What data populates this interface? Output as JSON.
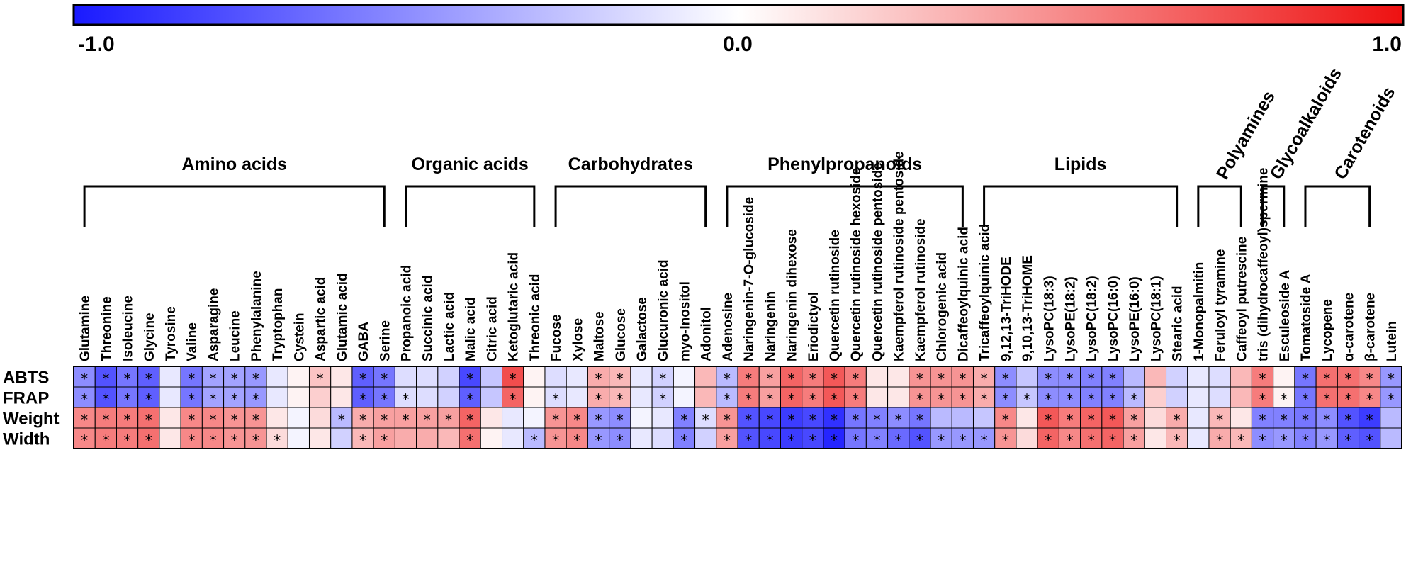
{
  "chart_data": {
    "type": "heatmap",
    "colorbar": {
      "min": -1.0,
      "max": 1.0,
      "tick_labels": [
        "-1.0",
        "0.0",
        "1.0"
      ],
      "low_color": "#1a1aff",
      "mid_color": "#ffffff",
      "high_color": "#ee1111"
    },
    "groups": [
      {
        "name": "Amino acids",
        "start": 0,
        "end": 14
      },
      {
        "name": "Organic acids",
        "start": 15,
        "end": 21
      },
      {
        "name": "Carbohydrates",
        "start": 22,
        "end": 29
      },
      {
        "name": "Phenylpropanoids",
        "start": 30,
        "end": 41
      },
      {
        "name": "Lipids",
        "start": 42,
        "end": 51
      },
      {
        "name": "Polyamines",
        "start": 52,
        "end": 54
      },
      {
        "name": "Glycoalkaloids",
        "start": 55,
        "end": 56
      },
      {
        "name": "Carotenoids",
        "start": 57,
        "end": 60
      }
    ],
    "columns": [
      "Glutamine",
      "Threonine",
      "Isoleucine",
      "Glycine",
      "Tyrosine",
      "Valine",
      "Asparagine",
      "Leucine",
      "Phenylalanine",
      "Tryptophan",
      "Cystein",
      "Aspartic acid",
      "Glutamic acid",
      "GABA",
      "Serine",
      "Propanoic acid",
      "Succinic acid",
      "Lactic acid",
      "Malic acid",
      "Citric acid",
      "Ketoglutaric acid",
      "Threonic acid",
      "Fucose",
      "Xylose",
      "Maltose",
      "Glucose",
      "Galactose",
      "Glucuronic acid",
      "myo-Inositol",
      "Adonitol",
      "Adenosine",
      "Naringenin-7-O-glucoside",
      "Naringenin",
      "Naringenin dihexose",
      "Eriodictyol",
      "Quercetin rutinoside",
      "Quercetin rutinoside hexoside",
      "Quercetin rutinoside pentoside",
      "Kaempferol rutinoside pentoside",
      "Kaempferol rutinoside",
      "Chlorogenic acid",
      "Dicaffeoylquinic acid",
      "Tricaffeoylquinic acid",
      "9,12,13-TriHODE",
      "9,10,13-TriHOME",
      "LysoPC(18:3)",
      "LysoPE(18:2)",
      "LysoPC(18:2)",
      "LysoPC(16:0)",
      "LysoPE(16:0)",
      "LysoPC(18:1)",
      "Stearic acid",
      "1-Monopalmitin",
      "Feruloyl tyramine",
      "Caffeoyl putrescine",
      "tris (dihydrocaffeoyl)spermine",
      "Esculeoside A",
      "Tomatoside A",
      "Lycopene",
      "α-carotene",
      "β-carotene",
      "Lutein"
    ],
    "rows": [
      "ABTS",
      "FRAP",
      "Weight",
      "Width"
    ],
    "values": [
      [
        -0.5,
        -0.75,
        -0.6,
        -0.7,
        -0.1,
        -0.6,
        -0.4,
        -0.4,
        -0.45,
        -0.1,
        0.05,
        0.25,
        0.1,
        -0.7,
        -0.6,
        -0.15,
        -0.15,
        -0.2,
        -0.8,
        -0.25,
        0.75,
        0.05,
        -0.15,
        -0.1,
        0.35,
        0.3,
        -0.1,
        -0.2,
        -0.05,
        0.3,
        -0.3,
        0.55,
        0.4,
        0.65,
        0.55,
        0.7,
        0.55,
        0.1,
        0.1,
        0.45,
        0.45,
        0.45,
        0.35,
        -0.5,
        -0.25,
        -0.5,
        -0.5,
        -0.55,
        -0.55,
        -0.3,
        0.3,
        -0.2,
        -0.1,
        -0.15,
        0.3,
        0.55,
        0.05,
        -0.6,
        0.6,
        0.6,
        0.5,
        -0.45
      ],
      [
        -0.5,
        -0.75,
        -0.6,
        -0.7,
        -0.1,
        -0.6,
        -0.4,
        -0.4,
        -0.45,
        -0.1,
        0.05,
        0.2,
        0.1,
        -0.7,
        -0.6,
        -0.15,
        -0.15,
        -0.2,
        -0.7,
        -0.25,
        0.65,
        0.05,
        -0.15,
        -0.1,
        0.35,
        0.3,
        -0.1,
        -0.2,
        -0.05,
        0.3,
        -0.3,
        0.55,
        0.4,
        0.65,
        0.55,
        0.7,
        0.55,
        0.1,
        0.1,
        0.45,
        0.45,
        0.45,
        0.35,
        -0.5,
        -0.25,
        -0.5,
        -0.5,
        -0.55,
        -0.55,
        -0.3,
        0.2,
        -0.2,
        -0.1,
        -0.15,
        0.3,
        0.55,
        0.05,
        -0.6,
        0.6,
        0.6,
        0.5,
        -0.45
      ],
      [
        0.5,
        0.55,
        0.55,
        0.6,
        0.1,
        0.5,
        0.5,
        0.45,
        0.45,
        0.1,
        -0.05,
        0.15,
        -0.3,
        0.35,
        0.4,
        0.4,
        0.4,
        0.4,
        0.65,
        0.1,
        -0.1,
        -0.05,
        0.45,
        0.5,
        -0.45,
        -0.5,
        -0.05,
        -0.1,
        -0.55,
        -0.15,
        0.45,
        -0.75,
        -0.8,
        -0.85,
        -0.8,
        -0.9,
        -0.6,
        -0.55,
        -0.5,
        -0.6,
        -0.3,
        -0.3,
        -0.25,
        0.5,
        0.1,
        0.7,
        0.55,
        0.65,
        0.7,
        0.4,
        0.15,
        0.35,
        -0.1,
        0.3,
        0.1,
        -0.55,
        -0.55,
        -0.6,
        -0.5,
        -0.75,
        -0.85,
        -0.3
      ],
      [
        0.5,
        0.55,
        0.55,
        0.6,
        0.1,
        0.5,
        0.5,
        0.45,
        0.45,
        0.15,
        -0.05,
        0.1,
        -0.2,
        0.3,
        0.4,
        0.35,
        0.35,
        0.3,
        0.6,
        0.05,
        -0.1,
        -0.3,
        0.45,
        0.5,
        -0.45,
        -0.5,
        -0.1,
        -0.15,
        -0.55,
        -0.2,
        0.4,
        -0.75,
        -0.8,
        -0.85,
        -0.8,
        -0.95,
        -0.6,
        -0.55,
        -0.65,
        -0.75,
        -0.45,
        -0.45,
        -0.45,
        0.45,
        0.15,
        0.65,
        0.5,
        0.6,
        0.65,
        0.4,
        0.1,
        0.3,
        -0.1,
        0.35,
        0.3,
        -0.5,
        -0.45,
        -0.55,
        -0.45,
        -0.7,
        -0.75,
        -0.3
      ]
    ],
    "significant": [
      [
        1,
        1,
        1,
        1,
        0,
        1,
        1,
        1,
        1,
        0,
        0,
        1,
        0,
        1,
        1,
        0,
        0,
        0,
        1,
        0,
        1,
        0,
        0,
        0,
        1,
        1,
        0,
        1,
        0,
        0,
        1,
        1,
        1,
        1,
        1,
        1,
        1,
        0,
        0,
        1,
        1,
        1,
        1,
        1,
        0,
        1,
        1,
        1,
        1,
        0,
        0,
        0,
        0,
        0,
        0,
        1,
        0,
        1,
        1,
        1,
        1,
        1
      ],
      [
        1,
        1,
        1,
        1,
        0,
        1,
        1,
        1,
        1,
        0,
        0,
        0,
        0,
        1,
        1,
        1,
        0,
        0,
        1,
        0,
        1,
        0,
        1,
        0,
        1,
        1,
        0,
        1,
        0,
        0,
        1,
        1,
        1,
        1,
        1,
        1,
        1,
        0,
        0,
        1,
        1,
        1,
        1,
        1,
        1,
        1,
        1,
        1,
        1,
        1,
        0,
        0,
        0,
        0,
        0,
        1,
        1,
        1,
        1,
        1,
        1,
        1
      ],
      [
        1,
        1,
        1,
        1,
        0,
        1,
        1,
        1,
        1,
        0,
        0,
        0,
        1,
        1,
        1,
        1,
        1,
        1,
        1,
        0,
        0,
        0,
        1,
        1,
        1,
        1,
        0,
        0,
        1,
        1,
        1,
        1,
        1,
        1,
        1,
        1,
        1,
        1,
        1,
        1,
        0,
        0,
        0,
        1,
        0,
        1,
        1,
        1,
        1,
        1,
        0,
        1,
        0,
        1,
        0,
        1,
        1,
        1,
        1,
        1,
        1,
        0
      ],
      [
        1,
        1,
        1,
        1,
        0,
        1,
        1,
        1,
        1,
        1,
        0,
        0,
        0,
        1,
        1,
        0,
        0,
        0,
        1,
        0,
        0,
        1,
        1,
        1,
        1,
        1,
        0,
        0,
        1,
        0,
        1,
        1,
        1,
        1,
        1,
        1,
        1,
        1,
        1,
        1,
        1,
        1,
        1,
        1,
        0,
        1,
        1,
        1,
        1,
        1,
        0,
        1,
        0,
        1,
        1,
        1,
        1,
        1,
        1,
        1,
        1,
        0
      ]
    ],
    "significance_marker": "*"
  }
}
